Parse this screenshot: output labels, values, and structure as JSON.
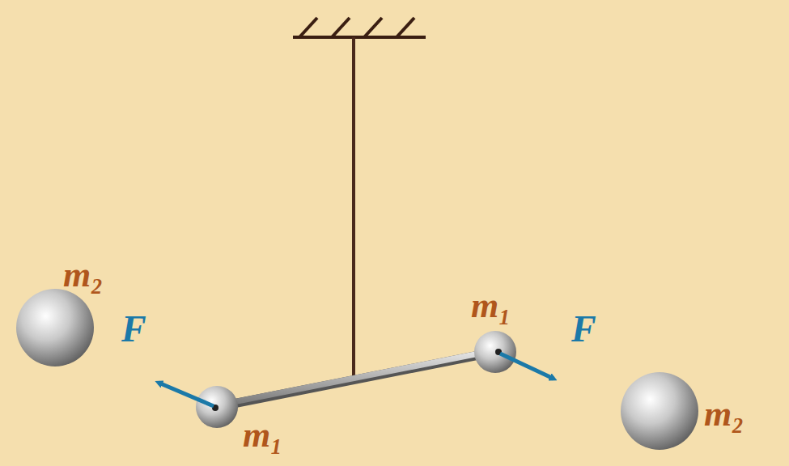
{
  "diagram": {
    "labels": [
      "m₂",
      "F",
      "m₁",
      "F",
      "m₁",
      "m₂"
    ]
  }
}
